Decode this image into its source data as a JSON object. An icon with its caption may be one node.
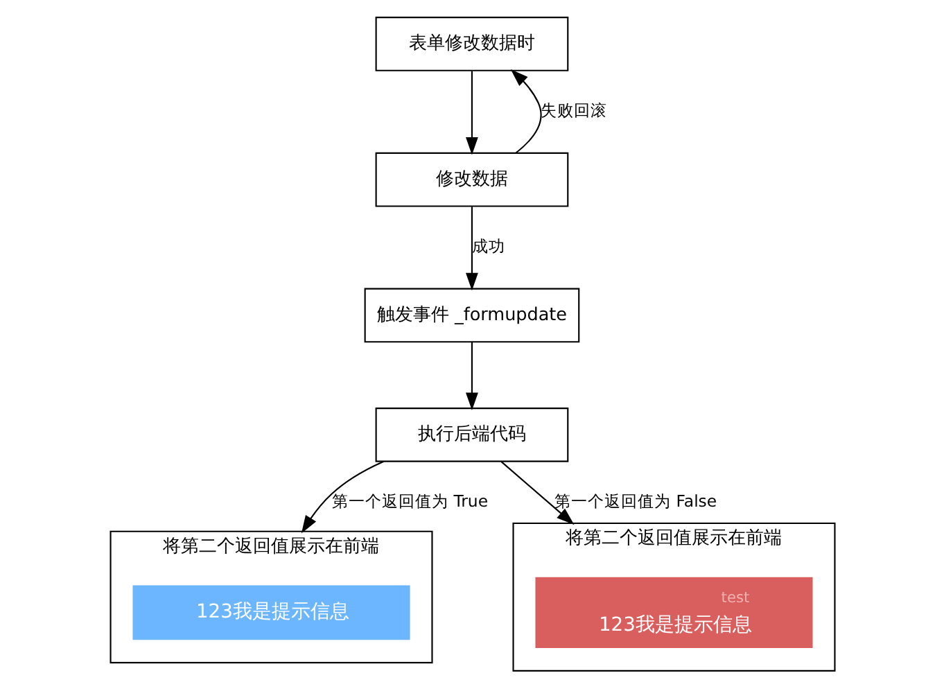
{
  "diagram": {
    "nodes": [
      {
        "text": [
          "表单修改数据时"
        ]
      },
      {
        "text": [
          "修改数据"
        ]
      },
      {
        "text": [
          "触发事件 _formupdate"
        ]
      },
      {
        "text": [
          "执行后端代码"
        ]
      },
      {
        "text": [
          "将第二个返回值展示在前端"
        ]
      },
      {
        "text": [
          "123我是提示信息"
        ],
        "in": 4
      },
      {
        "text": [
          "将第二个返回值展示在前端"
        ]
      },
      {
        "text": [
          "test",
          "123我是提示信息"
        ],
        "in": 6
      }
    ],
    "edges": [
      {
        "from": 0,
        "to": 1,
        "arrow": "to"
      },
      {
        "from": 1,
        "to": 0,
        "arrow": "to",
        "label": "失败回滚"
      },
      {
        "from": 1,
        "to": 2,
        "arrow": "to",
        "label": "成功"
      },
      {
        "from": 2,
        "to": 3,
        "arrow": "to"
      },
      {
        "from": 3,
        "to": 4,
        "arrow": "to",
        "label": "第一个返回值为 True"
      },
      {
        "from": 3,
        "to": 6,
        "arrow": "to",
        "label": "第一个返回值为 False"
      }
    ]
  }
}
